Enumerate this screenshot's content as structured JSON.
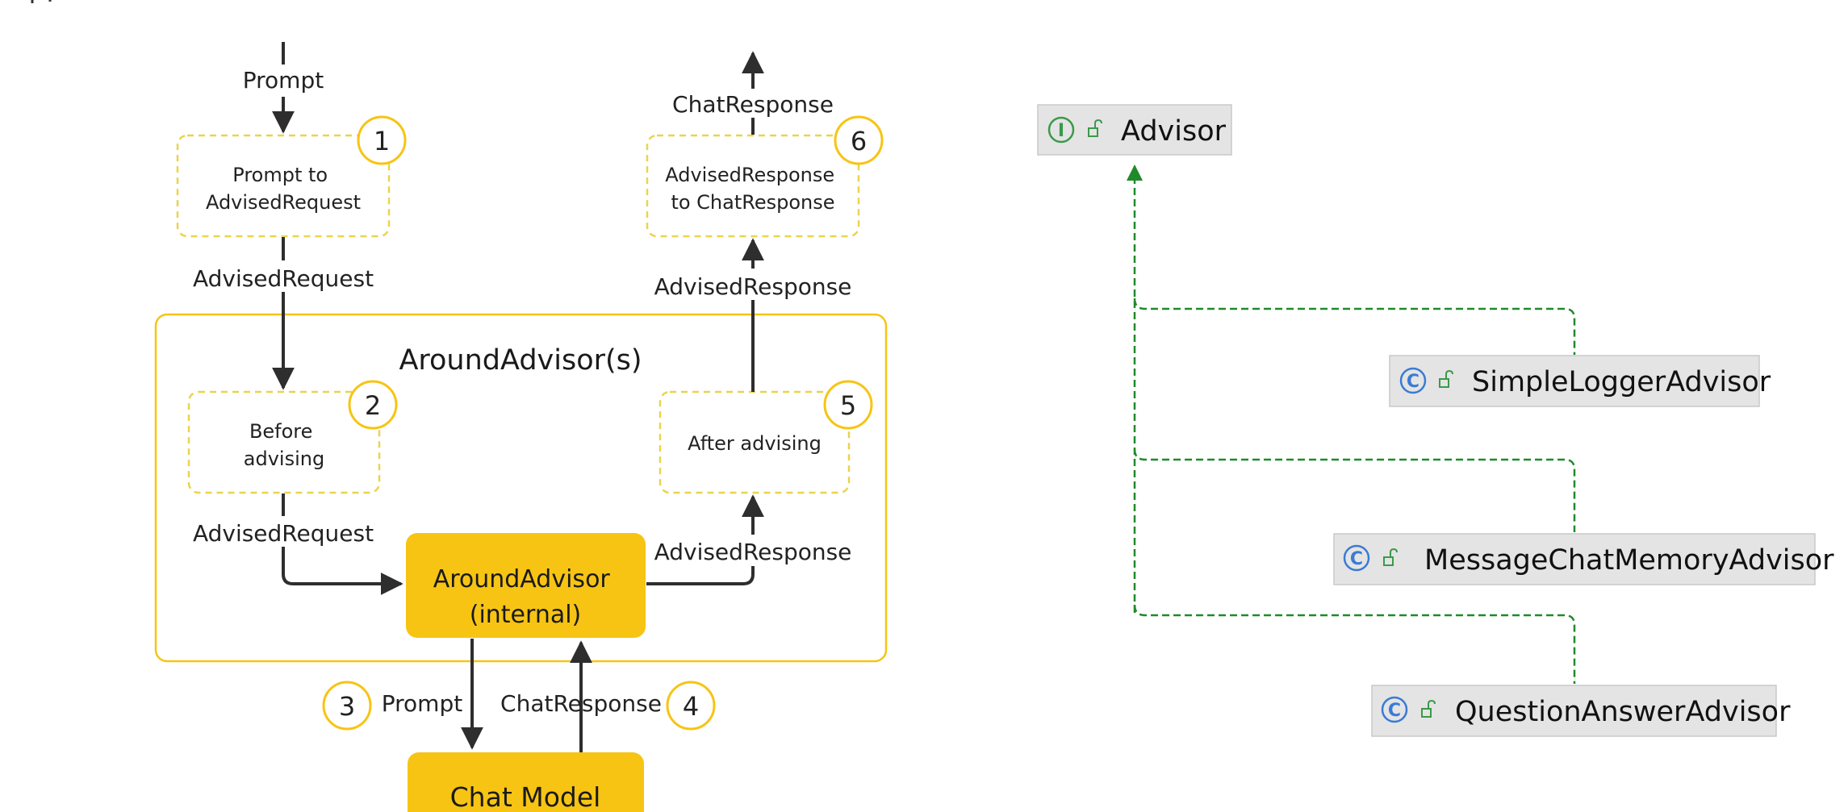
{
  "flow": {
    "section_title": "AroundAdvisor(s)",
    "boxes": {
      "step1": "Prompt to\nAdvisedRequest",
      "step6": "AdvisedResponse\nto ChatResponse",
      "before": "Before\nadvising",
      "after": "After advising",
      "internal": "AroundAdvisor\n(internal)",
      "chat_model": "Chat Model"
    },
    "labels": {
      "prompt_in": "Prompt",
      "chatresponse_out": "ChatResponse",
      "advisedrequest_1": "AdvisedRequest",
      "advisedresponse_1": "AdvisedResponse",
      "advisedrequest_2": "AdvisedRequest",
      "advisedresponse_2": "AdvisedResponse",
      "prompt_model": "Prompt",
      "chatresponse_model": "ChatResponse"
    },
    "steps": [
      "1",
      "2",
      "3",
      "4",
      "5",
      "6"
    ]
  },
  "hierarchy": {
    "interface": {
      "name": "Advisor",
      "kind_glyph": "I"
    },
    "classes": [
      {
        "name": "SimpleLoggerAdvisor",
        "kind_glyph": "C"
      },
      {
        "name": "MessageChatMemoryAdvisor",
        "kind_glyph": "C"
      },
      {
        "name": "QuestionAnswerAdvisor",
        "kind_glyph": "C"
      }
    ]
  },
  "colors": {
    "accent_yellow": "#f7c414",
    "dashed_yellow": "#ead44c",
    "arrow": "#2e2e2e",
    "green_link": "#1f8a2a",
    "interface_green": "#3a9a4a",
    "class_blue": "#3a7bd5",
    "node_bg": "#e4e4e4"
  }
}
